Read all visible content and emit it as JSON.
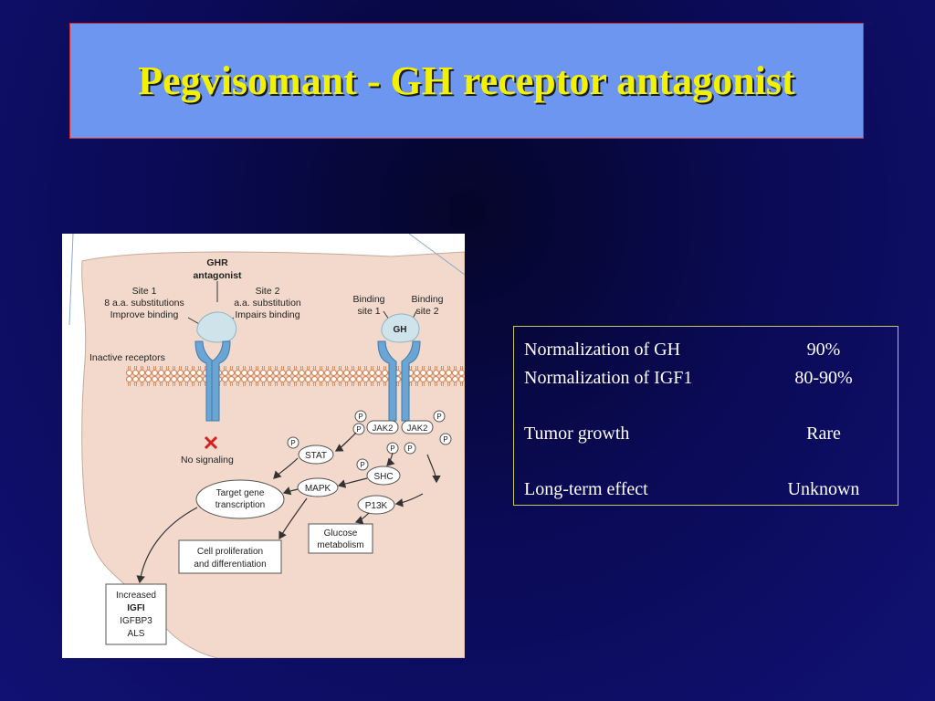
{
  "slide": {
    "title": "Pegvisomant - GH receptor antagonist"
  },
  "diagram": {
    "antagonist_label_1": "GHR",
    "antagonist_label_2": "antagonist",
    "site1": [
      "Site 1",
      "8 a.a. substitutions",
      "Improve binding"
    ],
    "site2": [
      "Site 2",
      "a.a. substitution",
      "Impairs binding"
    ],
    "binding_site1": [
      "Binding",
      "site 1"
    ],
    "binding_site2": [
      "Binding",
      "site 2"
    ],
    "gh": "GH",
    "inactive_receptors": "Inactive receptors",
    "no_signaling": "No signaling",
    "jak2": "JAK2",
    "p": "P",
    "stat": "STAT",
    "shc": "SHC",
    "mapk": "MAPK",
    "pi3k": "P13K",
    "target_gene": [
      "Target gene",
      "transcription"
    ],
    "glucose": [
      "Glucose",
      "metabolism"
    ],
    "cell_prolif": [
      "Cell proliferation",
      "and differentiation"
    ],
    "increased": [
      "Increased",
      "IGFI",
      "IGFBP3",
      "ALS"
    ]
  },
  "stats": {
    "rows": [
      {
        "label": "Normalization of GH",
        "value": "90%"
      },
      {
        "label": "Normalization of IGF1",
        "value": "80-90%"
      },
      {
        "label": "Tumor growth",
        "value": "Rare"
      },
      {
        "label": "Long-term effect",
        "value": "Unknown"
      }
    ]
  },
  "colors": {
    "title_bg": "#6c96f0",
    "title_text": "#f2f200",
    "title_border": "#d03030",
    "cell_fill": "#f2d9cc",
    "receptor": "#6aa5d3",
    "membrane": "#e9a47f",
    "x_mark": "#d42020"
  }
}
